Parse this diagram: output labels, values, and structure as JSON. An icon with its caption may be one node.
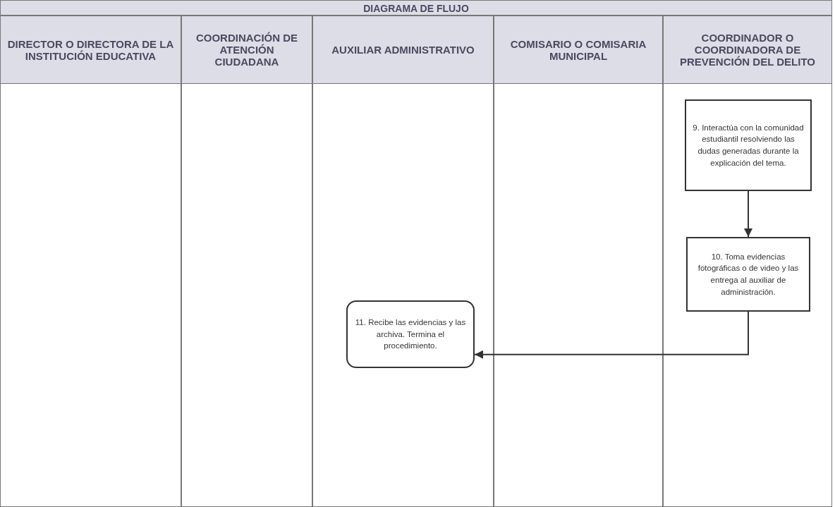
{
  "diagram": {
    "title": "DIAGRAMA DE FLUJO",
    "nodes": [
      {
        "text": [
          "DIRECTOR O DIRECTORA DE LA INSTITUCIÓN EDUCATIVA"
        ]
      },
      {
        "text": [
          "COORDINACIÓN DE ATENCIÓN CIUDADANA"
        ]
      },
      {
        "text": [
          "AUXILIAR ADMINISTRATIVO"
        ]
      },
      {
        "text": [
          "COMISARIO O COMISARIA MUNICIPAL"
        ]
      },
      {
        "text": [
          "COORDINADOR O COORDINADORA DE PREVENCIÓN DEL DELITO"
        ]
      },
      {
        "text": [
          "9. Interactúa con la comunidad estudiantil resolviendo las dudas generadas durante la explicación del tema."
        ],
        "in": 4
      },
      {
        "text": [
          "10. Toma evidencias fotográficas o de video y las entrega al auxiliar de administración."
        ],
        "in": 4
      },
      {
        "text": [
          "11. Recibe las evidencias y las archiva. Termina el procedimiento."
        ],
        "in": 2
      }
    ],
    "edges": [
      {
        "from": 5,
        "to": 6,
        "arrow": "to"
      },
      {
        "from": 6,
        "to": 7,
        "arrow": "to"
      }
    ]
  }
}
